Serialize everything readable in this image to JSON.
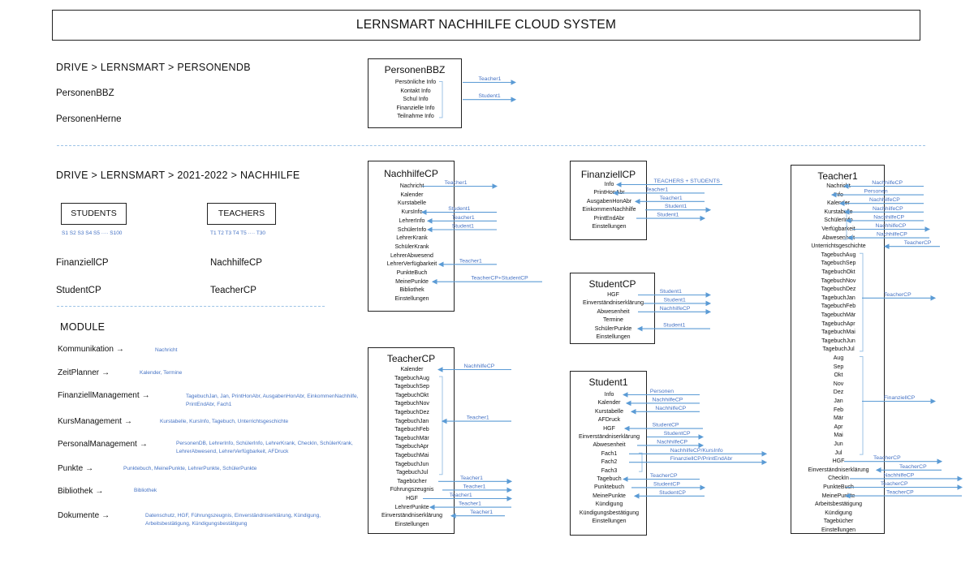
{
  "title": "LERNSMART NACHHILFE CLOUD SYSTEM",
  "left": {
    "path1": "DRIVE > LERNSMART > PERSONENDB",
    "db_files": [
      "PersonenBBZ",
      "PersonenHerne"
    ],
    "path2": "DRIVE > LERNSMART > 2021-2022 > NACHHILFE",
    "students_label": "STUDENTS",
    "students_ticks": "S1   S2   S3   S4   S5   ····   S100",
    "teachers_label": "TEACHERS",
    "teachers_ticks": "T1   T2   T3   T4   T5   ····   T30",
    "cp_files": [
      "FinanziellCP",
      "NachhilfeCP",
      "StudentCP",
      "TeacherCP"
    ],
    "module_heading": "MODULE",
    "modules": [
      {
        "name": "Kommunikation",
        "arrow": "→",
        "desc": "Nachricht"
      },
      {
        "name": "ZeitPlanner",
        "arrow": "→",
        "desc": "Kalender, Termine"
      },
      {
        "name": "FinanziellManagement",
        "arrow": "→",
        "desc": "TagebuchJan, Jan, PrintHonAbr, AusgabenHonAbr, EinkommenNachhilfe, PrintEndAbr, Fach1"
      },
      {
        "name": "KursManagement",
        "arrow": "→",
        "desc": "Kurstabelle, KursInfo, Tagebuch, Unterrichtsgeschichte"
      },
      {
        "name": "PersonalManagement",
        "arrow": "→",
        "desc": "PersonenDB, LehrerInfo, SchülerInfo, LehrerKrank, CheckIn, SchülerKrank, LehrerAbwesend, LehrerVerfügbarkeit, AFDruck"
      },
      {
        "name": "Punkte",
        "arrow": "→",
        "desc": "Punktebuch, MeinePunkte, LehrerPunkte, SchülerPunkte"
      },
      {
        "name": "Bibliothek",
        "arrow": "→",
        "desc": "Bibliothek"
      },
      {
        "name": "Dokumente",
        "arrow": "→",
        "desc": "Datenschutz, HGF, Führungszeugnis, Einverständniserklärung, Kündigung, Arbeitsbestätigung, Kündigungsbestätigung"
      }
    ]
  },
  "boxes": {
    "personenbbz": {
      "title": "PersonenBBZ",
      "items": [
        "Persönliche Info",
        "Kontakt Info",
        "Schul Info",
        "Finanzielle Info",
        "Teilnahme Info"
      ],
      "links": [
        "Teacher1",
        "Student1"
      ]
    },
    "nachhilfecp": {
      "title": "NachhilfeCP",
      "items": [
        "Nachricht",
        "Kalender",
        "Kurstabelle",
        "KursInfo",
        "LehrerInfo",
        "SchülerInfo",
        "LehrerKrank",
        "SchülerKrank",
        "LehrerAbwesend",
        "LehrerVerfügbarkeit",
        "PunkteBuch",
        "MeinePunkte",
        "Bibliothek",
        "Einstellungen"
      ],
      "links": [
        "Teacher1",
        "Student1",
        "Teacher1",
        "Student1",
        "Teacher1",
        "TeacherCP+StudentCP"
      ]
    },
    "finanziellcp": {
      "title": "FinanziellCP",
      "items": [
        "Info",
        "PrintHonAbr",
        "AusgabenHonAbr",
        "EinkommenNachhilfe",
        "PrintEndAbr",
        "Einstellungen"
      ],
      "links": [
        "TEACHERS + STUDENTS",
        "Teacher1",
        "Teacher1",
        "Student1",
        "Student1"
      ]
    },
    "studentcp": {
      "title": "StudentCP",
      "items": [
        "HGF",
        "Einverständniserklärung",
        "Abwesenheit",
        "Termine",
        "SchülerPunkte",
        "Einstellungen"
      ],
      "links": [
        "Student1",
        "Student1",
        "NachhilfeCP",
        "Student1"
      ]
    },
    "teachercp": {
      "title": "TeacherCP",
      "items": [
        "Kalender",
        "TagebuchAug",
        "TagebuchSep",
        "TagebuchOkt",
        "TagebuchNov",
        "TagebuchDez",
        "TagebuchJan",
        "TagebuchFeb",
        "TagebuchMär",
        "TagebuchApr",
        "TagebuchMai",
        "TagebuchJun",
        "TagebuchJul",
        "Tagebücher",
        "Führungszeugnis",
        "HGF",
        "LehrerPunkte",
        "Einverständniserklärung",
        "Einstellungen"
      ],
      "links": [
        "NachhilfeCP",
        "Teacher1",
        "Teacher1",
        "Teacher1",
        "Teacher1",
        "Teacher1",
        "Teacher1"
      ]
    },
    "student1": {
      "title": "Student1",
      "items": [
        "Info",
        "Kalender",
        "Kurstabelle",
        "AFDruck",
        "HGF",
        "Einverständniserklärung",
        "Abwesenheit",
        "Fach1",
        "Fach2",
        "Fach3",
        "Tagebuch",
        "Punktebuch",
        "MeinePunkte",
        "Kündigung",
        "Kündigungsbestätigung",
        "Einstellungen"
      ],
      "links": [
        "Personen",
        "NachhilfeCP",
        "NachhilfeCP",
        "StudentCP",
        "StudentCP",
        "NachhilfeCP",
        "NachhilfeCP/KursInfo",
        "FinanziellCP/PrintEndAbr",
        "TeacherCP",
        "StudentCP",
        "StudentCP"
      ]
    },
    "teacher1": {
      "title": "Teacher1",
      "items": [
        "Nachricht",
        "Info",
        "Kalender",
        "Kurstabelle",
        "SchülerInfo",
        "Verfügbarkeit",
        "Abwesenheit",
        "Unterrichtsgeschichte",
        "TagebuchAug",
        "TagebuchSep",
        "TagebuchOkt",
        "TagebuchNov",
        "TagebuchDez",
        "TagebuchJan",
        "TagebuchFeb",
        "TagebuchMär",
        "TagebuchApr",
        "TagebuchMai",
        "TagebuchJun",
        "TagebuchJul",
        "Aug",
        "Sep",
        "Okt",
        "Nov",
        "Dez",
        "Jan",
        "Feb",
        "Mär",
        "Apr",
        "Mai",
        "Jun",
        "Jul",
        "HGF",
        "Einverständniserklärung",
        "CheckIn",
        "PunkteBuch",
        "MeinePunkte",
        "Arbeitsbestätigung",
        "Kündigung",
        "Tagebücher",
        "Einstellungen"
      ],
      "links": [
        "NachhilfeCP",
        "Personen",
        "NachhilfeCP",
        "NachhilfeCP",
        "NachhilfeCP",
        "NachhilfeCP",
        "NachhilfeCP",
        "TeacherCP",
        "TeacherCP",
        "FinanziellCP",
        "TeacherCP",
        "TeacherCP",
        "NachhilfeCP",
        "TeacherCP",
        "TeacherCP"
      ]
    }
  },
  "colors": {
    "arrow": "#5b9bd5",
    "link_text": "#4472c4",
    "border": "#222222",
    "separator": "#9dc3e6"
  }
}
